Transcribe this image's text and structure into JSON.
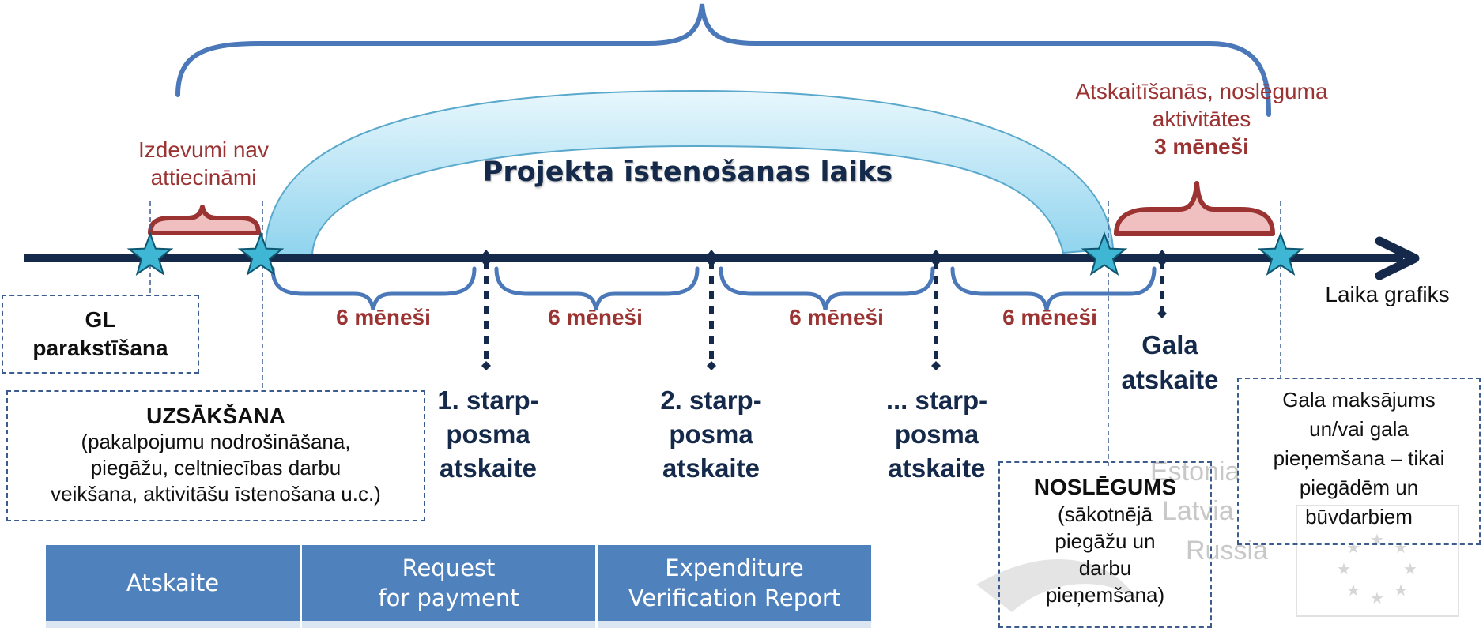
{
  "colors": {
    "axis": "#152a4a",
    "brace_blue": "#4a78b8",
    "brace_red": "#9b3333",
    "arrow_fill": "#bfe6f5",
    "star": "#3fb6d3"
  },
  "labels": {
    "not_eligible": [
      "Izdevumi nav",
      "attiecināmi"
    ],
    "implementation": "Projekta īstenošanas laiks",
    "closing_activities": [
      "Atskaitīšanās, noslēguma",
      "aktivitātes"
    ],
    "closing_duration": "3 mēneši",
    "period": "6 mēneši",
    "timeline": "Laika grafiks"
  },
  "milestones": {
    "gl": [
      "GL",
      "parakstīšana"
    ],
    "start_title": "UZSĀKŠANA",
    "start_desc": [
      "(pakalpojumu nodrošināšana,",
      "piegāžu, celtniecības darbu",
      "veikšana, aktivitāšu īstenošana u.c.)"
    ],
    "interim_1": [
      "1. starp-",
      "posma",
      "atskaite"
    ],
    "interim_2": [
      "2. starp-",
      "posma",
      "atskaite"
    ],
    "interim_n": [
      "... starp-",
      "posma",
      "atskaite"
    ],
    "final_report": [
      "Gala",
      "atskaite"
    ],
    "closing_title": "NOSLĒGUMS",
    "closing_desc": [
      "(sākotnējā",
      "piegāžu un",
      "darbu",
      "pieņemšana)"
    ],
    "final_payment": [
      "Gala maksājums",
      "un/vai gala",
      "pieņemšana – tikai",
      "piegādēm un",
      "būvdarbiem"
    ]
  },
  "watermark": [
    "Estonia",
    "Latvia",
    "Russia"
  ],
  "table": {
    "headers": [
      "Atskaite",
      "Request\nfor payment",
      "Expenditure\nVerification Report"
    ]
  }
}
